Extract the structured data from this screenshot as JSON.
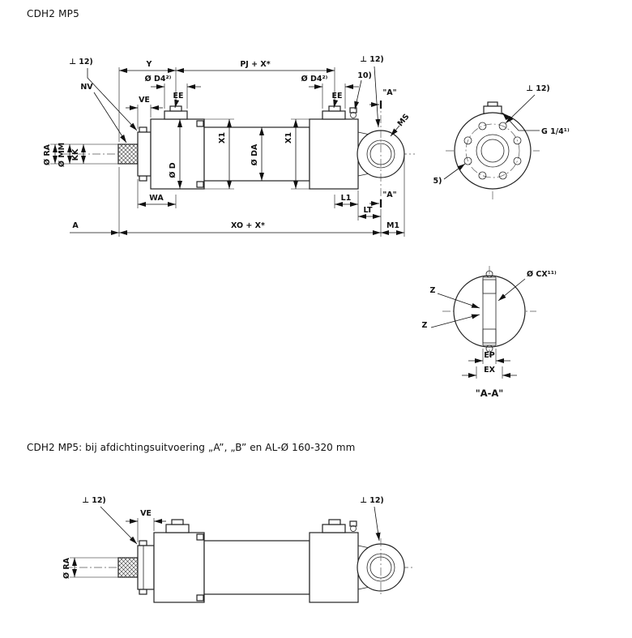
{
  "page": {
    "title": "CDH2 MP5",
    "subtitle": "CDH2 MP5: bij afdichtingsuitvoering „A”, „B” en AL-Ø 160-320 mm"
  },
  "labels": {
    "perp12": "⊥ 12)",
    "y": "Y",
    "pj": "PJ + X*",
    "d4": "Ø D4²⁾",
    "note10": "10)",
    "section_a": "\"A\"",
    "nv": "NV",
    "ve": "VE",
    "ee": "EE",
    "ms": "MS",
    "ra": "Ø RA",
    "mm": "Ø MM",
    "kk": "KK",
    "x1": "X1",
    "da": "Ø DA",
    "d": "Ø D",
    "wa": "WA",
    "l1": "L1",
    "lt": "LT",
    "m1": "M1",
    "a_dim": "A",
    "xo": "XO + X*",
    "g14": "G 1/4¹⁾",
    "note5": "5)",
    "cx": "Ø CX¹¹⁾",
    "z": "Z",
    "ep": "EP",
    "ex": "EX",
    "section_aa": "\"A-A\""
  }
}
